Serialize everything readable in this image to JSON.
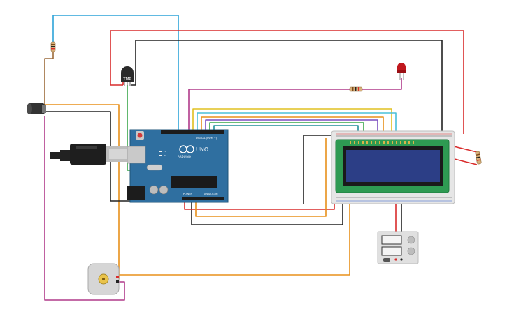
{
  "board": {
    "brand": "ARDUINO",
    "model": "UNO",
    "digital_label": "DIGITAL (PWM ~)",
    "power_label": "POWER",
    "analog_label": "ANALOG IN",
    "led_labels": [
      "TX",
      "RX"
    ]
  },
  "sensor": {
    "label": "TMP"
  },
  "colors": {
    "board": "#2f6fa0",
    "wire_red": "#d92b2b",
    "wire_black": "#222222",
    "wire_orange": "#e8901a",
    "wire_green": "#3aa64a",
    "wire_blue": "#2da3d8",
    "wire_magenta": "#b03a8a",
    "wire_yellow": "#e0c020",
    "wire_purple": "#7b4fc0",
    "wire_brown": "#9c6a3a",
    "lcd_screen": "#2c3e86"
  }
}
